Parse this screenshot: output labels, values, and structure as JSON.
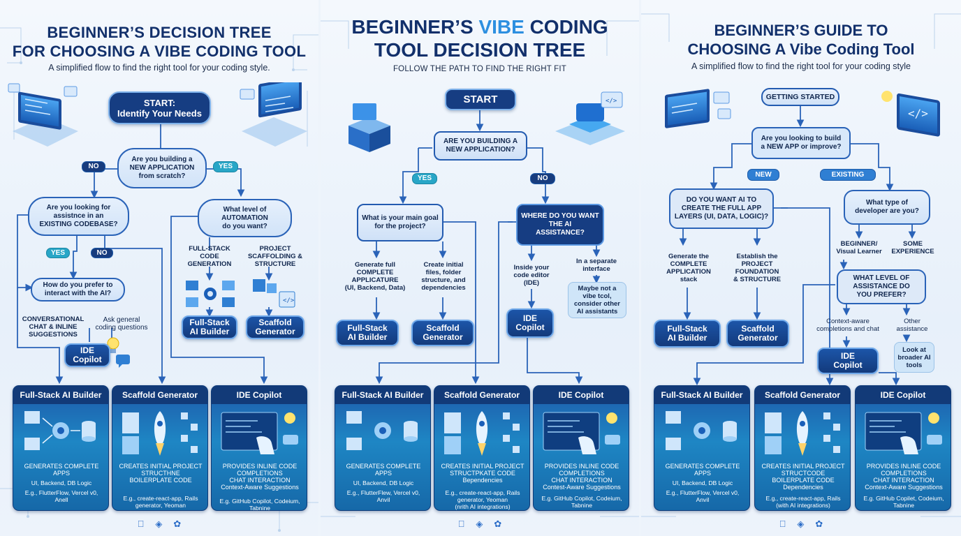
{
  "colors": {
    "navy": "#163d82",
    "accent": "#2d8fe0",
    "teal": "#28a6c7",
    "card": "#1e6fb8"
  },
  "panels": [
    {
      "title_lines": [
        "BEGINNER’S DECISION TREE",
        "FOR CHOOSING A VIBE CODING TOOL"
      ],
      "subtitle": "A simplified flow to find the right tool for your coding style.",
      "start": "START:\nIdentify Your Needs",
      "q_new_app": "Are you building a\nNEW APPLICATION\nfrom scratch?",
      "no_label": "NO",
      "yes_label": "YES",
      "q_existing": "Are you looking for\nassistnce in an\nEXISTING CODEBASE?",
      "yes2_label": "YES",
      "no2_label": "NO",
      "q_interact": "How do you prefer to\ninteract with the AI?",
      "q_automation": "What level of\nAUTOMATION\ndo you want?",
      "opt_fullstack": "FULL-STACK\nCODE\nGENERATION",
      "opt_scaffold": "PROJECT\nSCAFFOLDING &\nSTRUCTURE",
      "opt_chat": "CONVERSATIONAL\nCHAT & INLINE\nSUGGESTIONS",
      "opt_general": "Ask general\ncoding questions",
      "res_ide": "IDE\nCopilot",
      "res_fullstack": "Full-Stack\nAI Builder",
      "res_scaffold": "Scaffold\nGenerator",
      "cards": [
        {
          "title": "Full-Stack AI Builder",
          "headline": "GENERATES COMPLETE APPS",
          "sub": "UI, Backend, DB Logic",
          "example": "E.g., FlutterFlow, Vercel v0,\nAnell"
        },
        {
          "title": "Scaffold Generator",
          "headline": "CREATES INITIAL PROJECT\nSTRUCTHNE\nBOILERPLATE CODE",
          "sub": "",
          "example": "E.g., create-react-app, Rails\ngenerator, Yeoman\n(with AI integrations)"
        },
        {
          "title": "IDE Copilot",
          "headline": "PROVIDES INLINE CODE\nCOMPLETIONS\nCHAT INTERACTION\nContext-Aware Suggestions",
          "sub": "",
          "example": "E.g. GitHub Copilot, Codeium,\nTabnine"
        }
      ]
    },
    {
      "title_pre": "BEGINNER’S ",
      "title_accent": "VIBE",
      "title_post": " CODING",
      "title_line2": "TOOL DECISION TREE",
      "subtitle": "FOLLOW THE PATH TO FIND THE RIGHT FIT",
      "start": "START",
      "q_new_app": "ARE YOU BUILDING A\nNEW APPLICATION?",
      "yes_label": "YES",
      "no_label": "NO",
      "q_goal": "What is your main goal\nfor the project?",
      "q_where": "WHERE DO YOU WANT\nTHE AI\nASSISTANCE?",
      "opt_generate": "Generate full\nCOMPLETE\nAPPLICATURE\n(UI, Backend, Data)",
      "opt_create": "Create initial\nfiles, folder\nstructure, and\ndependencies",
      "opt_inside": "Inside your\ncode editor\n(IDE)",
      "opt_separate": "In a separate\ninterface",
      "note_maybe": "Maybe not a\nvibe tcol,\nconsider other\nAI assistants",
      "res_fullstack": "Full-Stack\nAI Builder",
      "res_scaffold": "Scaffold\nGenerator",
      "res_ide": "IDE\nCopilot",
      "cards": [
        {
          "title": "Full-Stack AI Builder",
          "headline": "GENERATES COMPLETE APPS",
          "sub": "UI, Backend, DB Logic",
          "example": "E.g., FlutterFlew, Vercel v0,\nAnvil"
        },
        {
          "title": "Scaffold Generator",
          "headline": "CREATES INITIAL PROJECT\nSTRUCTPKATE CODE\nBependencies",
          "sub": "",
          "example": "E.g., create-react-app, Rails\ngenerator, Yeoman\n(nrith AI integrations)"
        },
        {
          "title": "IDE Copilot",
          "headline": "PROVIDES INLINE CODE\nCOMPLETIONS\nCHAT INTERACTION\nContest-Aware Suggestions",
          "sub": "",
          "example": "E.g. GitHub Copilot, Codeium,\nTabnine"
        }
      ]
    },
    {
      "title_lines": [
        "BEGINNER’S GUIDE TO",
        "CHOOSING A Vibe Coding Tool"
      ],
      "subtitle": "A simplified flow to find the right tool for your coding style",
      "start": "GETTING STARTED",
      "q_build": "Are you looking to build\na NEW APP or improve?",
      "new_label": "NEW",
      "existing_label": "EXISTING",
      "q_full_app": "DO YOU WANT AI TO\nCREATE THE FULL APP\nLAYERS (UI, DATA, LOGIC)?",
      "q_developer": "What type of\ndeveloper are you?",
      "opt_generate": "Generate the\nCOMPLETE\nAPPLICATION\nstack",
      "opt_establish": "Establish the\nPROJECT\nFOUNDATION\n& STRUCTURE",
      "opt_beginner": "BEGINNER/\nVisual Learner",
      "opt_some": "SOME\nEXPERIENCE",
      "q_assist": "WHAT LEVEL OF\nASSISTANCE DO\nYOU PREFER?",
      "opt_context": "Context-aware\ncompletions and chat",
      "opt_other": "Other\nassistance",
      "note_broader": "Look at\nbroader AI\ntools",
      "res_fullstack": "Full-Stack\nAI Builder",
      "res_scaffold": "Scaffold\nGenerator",
      "res_ide": "IDE\nCopilot",
      "cards": [
        {
          "title": "Full-Stack AI Builder",
          "headline": "GENERATES COMPLETE APPS",
          "sub": "UI, Backend, DB Logic",
          "example": "E.g., FlutterFlow, Vercel v0,\nAnvil"
        },
        {
          "title": "Scaffold Generator",
          "headline": "CREATES INITIAL PROJECT\nSTRUCTCODE\nBOILERPLATE CODE\nDependencies",
          "sub": "",
          "example": "E.g., create-react-app, Rails\n(with AI integrations)"
        },
        {
          "title": "IDE Copilot",
          "headline": "PROVIDES INLINE CODE\nCOMPLETIONS\nCHAT INTERACTION\nContext-Aware Suggestions",
          "sub": "",
          "example": "E.g. GitHub Copilet, Codeium,\nTabnine"
        }
      ]
    }
  ],
  "footer_icons": [
    "apple-icon",
    "android-icon",
    "cross-platform-icon"
  ]
}
